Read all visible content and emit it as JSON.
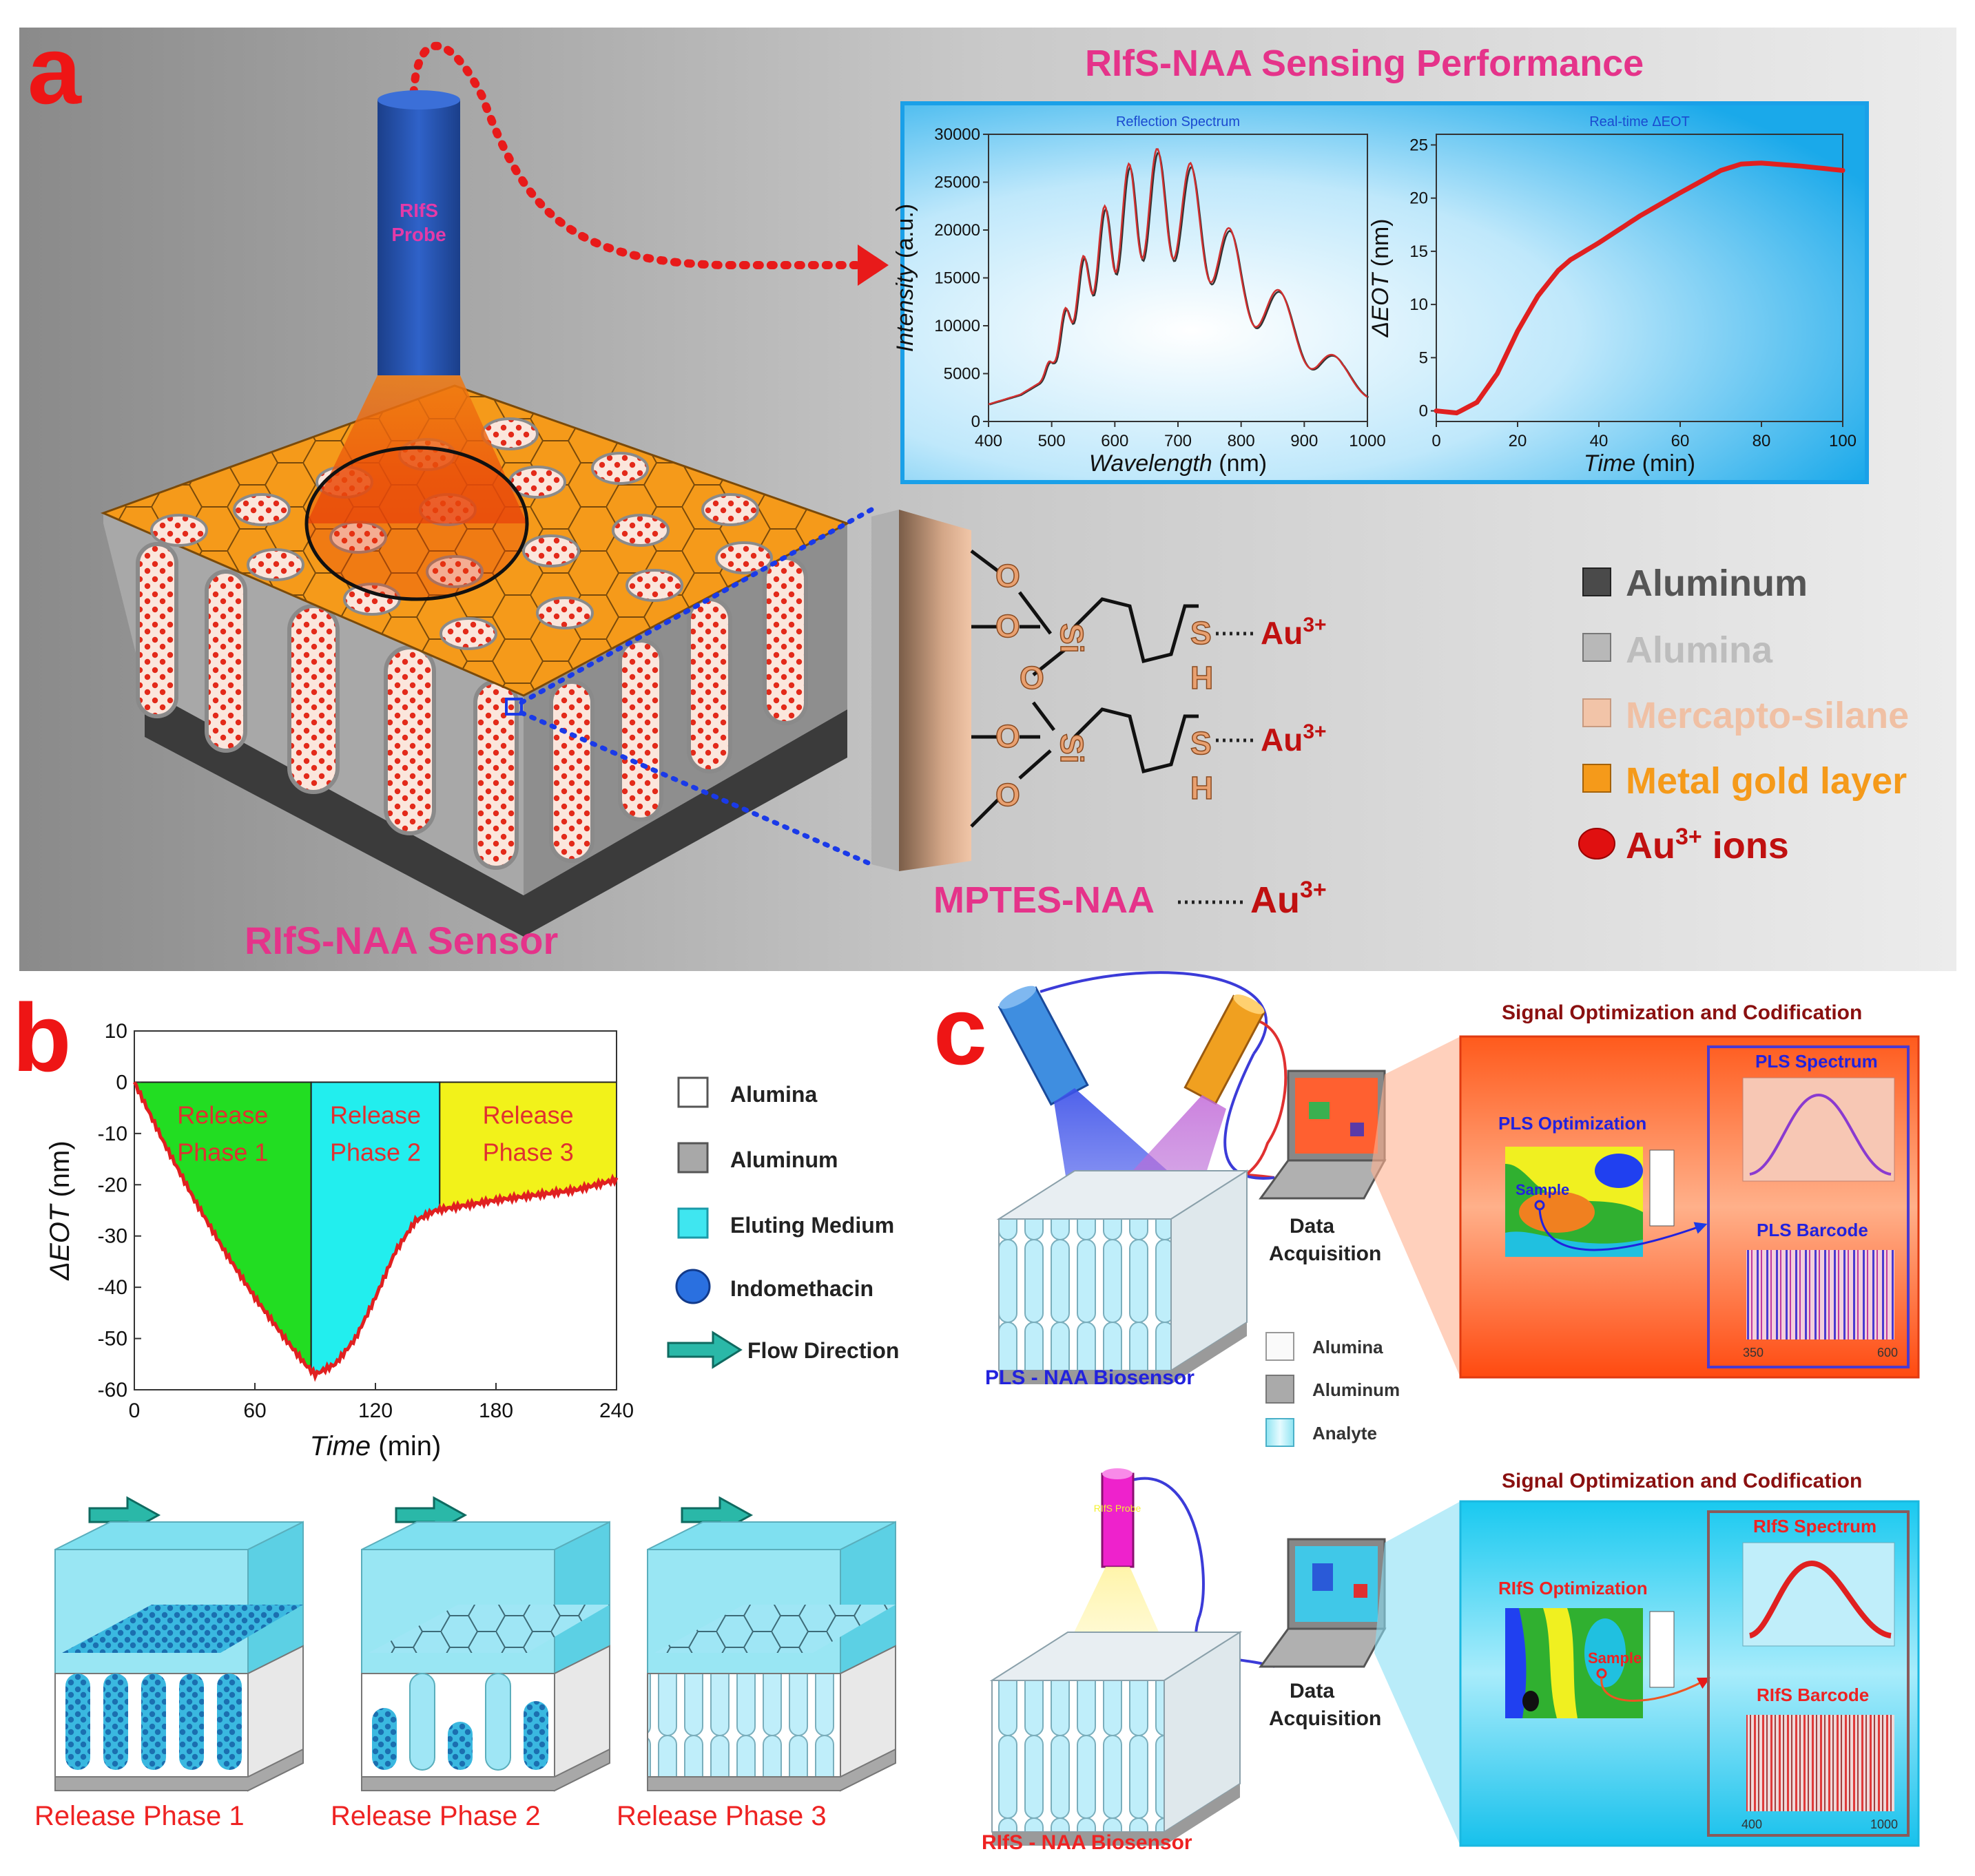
{
  "panel_a": {
    "letter": "a",
    "probe_label_1": "RIfS",
    "probe_label_2": "Probe",
    "performance_title": "RIfS-NAA Sensing Performance",
    "sensor_label": "RIfS-NAA Sensor",
    "chem_label": "MPTES-NAA",
    "chem_ion": "Au",
    "ion_charge": "3+",
    "chem_atoms": {
      "o": "O",
      "si": "Si",
      "s": "S",
      "h": "H"
    },
    "legend": [
      {
        "label": "Aluminum",
        "color": "#4a4a4a"
      },
      {
        "label": "Alumina",
        "color": "#b8b8b8"
      },
      {
        "label": "Mercapto-silane",
        "color": "#f2c4a8"
      },
      {
        "label": "Metal gold layer",
        "color": "#f59a1a"
      },
      {
        "label": "Au",
        "sup": "3+",
        "suffix": " ions",
        "color": "#e01010"
      }
    ],
    "chart1_title": "Reflection Spectrum",
    "chart2_title": "Real-time ΔEOT"
  },
  "panel_b": {
    "letter": "b",
    "phase_labels": [
      [
        "Release",
        "Phase 1"
      ],
      [
        "Release",
        "Phase 2"
      ],
      [
        "Release",
        "Phase 3"
      ]
    ],
    "legend": [
      "Alumina",
      "Aluminum",
      "Eluting Medium",
      "Indomethacin",
      "Flow Direction"
    ],
    "phase_captions": [
      "Release Phase 1",
      "Release Phase 2",
      "Release Phase 3"
    ]
  },
  "panel_c": {
    "letter": "c",
    "title_top": "Signal Optimization and Codification",
    "title_bottom": "Signal Optimization and Codification",
    "data_acq_1": "Data",
    "data_acq_2": "Acquisition",
    "pls_sensor": "PLS - NAA Biosensor",
    "rifs_sensor": "RIfS - NAA Biosensor",
    "pls_optimization": "PLS Optimization",
    "pls_spectrum": "PLS Spectrum",
    "pls_barcode": "PLS Barcode",
    "rifs_optimization": "RIfS Optimization",
    "rifs_spectrum": "RIfS Spectrum",
    "rifs_barcode": "RIfS Barcode",
    "sample": "Sample",
    "legend": [
      "Alumina",
      "Aluminum",
      "Analyte"
    ],
    "pls_ticks": [
      "350",
      "600"
    ],
    "rifs_ticks": [
      "400",
      "1000"
    ],
    "rifs_probe": "RIfS Probe"
  },
  "chart_data": [
    {
      "type": "line",
      "title": "Reflection Spectrum",
      "xlabel": "Wavelength (nm)",
      "ylabel": "Intensity (a.u.)",
      "xlim": [
        400,
        1000
      ],
      "ylim": [
        0,
        30000
      ],
      "xticks": [
        400,
        500,
        600,
        700,
        800,
        900,
        1000
      ],
      "yticks": [
        0,
        5000,
        10000,
        15000,
        20000,
        25000,
        30000
      ],
      "envelope": {
        "x": [
          400,
          450,
          480,
          500,
          530,
          560,
          600,
          640,
          680,
          720,
          760,
          800,
          840,
          880,
          920,
          960,
          1000
        ],
        "upper": [
          1800,
          2800,
          4000,
          7000,
          14000,
          19000,
          25000,
          28500,
          28500,
          27000,
          23000,
          18000,
          15000,
          12500,
          10000,
          6000,
          2800
        ],
        "lower": [
          1800,
          2800,
          4000,
          5500,
          10000,
          13000,
          15500,
          17000,
          17200,
          16500,
          14000,
          11000,
          9000,
          7000,
          5000,
          3500,
          2500
        ]
      },
      "series": [
        {
          "name": "",
          "color": "#d03030"
        }
      ]
    },
    {
      "type": "line",
      "title": "Real-time ΔEOT",
      "xlabel": "Time (min)",
      "ylabel": "ΔEOT (nm)",
      "xlim": [
        0,
        100
      ],
      "ylim": [
        -1,
        26
      ],
      "xticks": [
        0,
        20,
        40,
        60,
        80,
        100
      ],
      "yticks": [
        0,
        5,
        10,
        15,
        20,
        25
      ],
      "x": [
        0,
        5,
        10,
        15,
        20,
        25,
        30,
        33,
        40,
        50,
        60,
        70,
        75,
        80,
        90,
        100
      ],
      "y": [
        0,
        -0.2,
        0.8,
        3.5,
        7.5,
        10.8,
        13.2,
        14.2,
        15.8,
        18.3,
        20.5,
        22.6,
        23.2,
        23.3,
        23.0,
        22.6
      ],
      "series": [
        {
          "name": "",
          "color": "#e02020"
        }
      ]
    },
    {
      "type": "line",
      "title": "",
      "xlabel": "Time (min)",
      "ylabel": "ΔEOT (nm)",
      "xlim": [
        0,
        240
      ],
      "ylim": [
        -60,
        10
      ],
      "xticks": [
        0,
        60,
        120,
        180,
        240
      ],
      "yticks": [
        10,
        0,
        -10,
        -20,
        -30,
        -40,
        -50,
        -60
      ],
      "x": [
        0,
        5,
        15,
        30,
        45,
        60,
        75,
        85,
        90,
        100,
        110,
        120,
        130,
        140,
        150,
        165,
        180,
        200,
        220,
        240
      ],
      "y": [
        0,
        -4,
        -12,
        -23,
        -33,
        -42,
        -50,
        -55,
        -57,
        -55,
        -50,
        -42,
        -33,
        -27,
        -25,
        -24,
        -23,
        -22,
        -21,
        -19
      ],
      "phases": [
        {
          "name": "Release Phase 1",
          "x0": 0,
          "x1": 88,
          "color": "#22dd22"
        },
        {
          "name": "Release Phase 2",
          "x0": 88,
          "x1": 152,
          "color": "#22eeee"
        },
        {
          "name": "Release Phase 3",
          "x0": 152,
          "x1": 240,
          "color": "#f2f21a"
        }
      ],
      "series": [
        {
          "name": "",
          "color": "#e02020"
        }
      ]
    }
  ]
}
